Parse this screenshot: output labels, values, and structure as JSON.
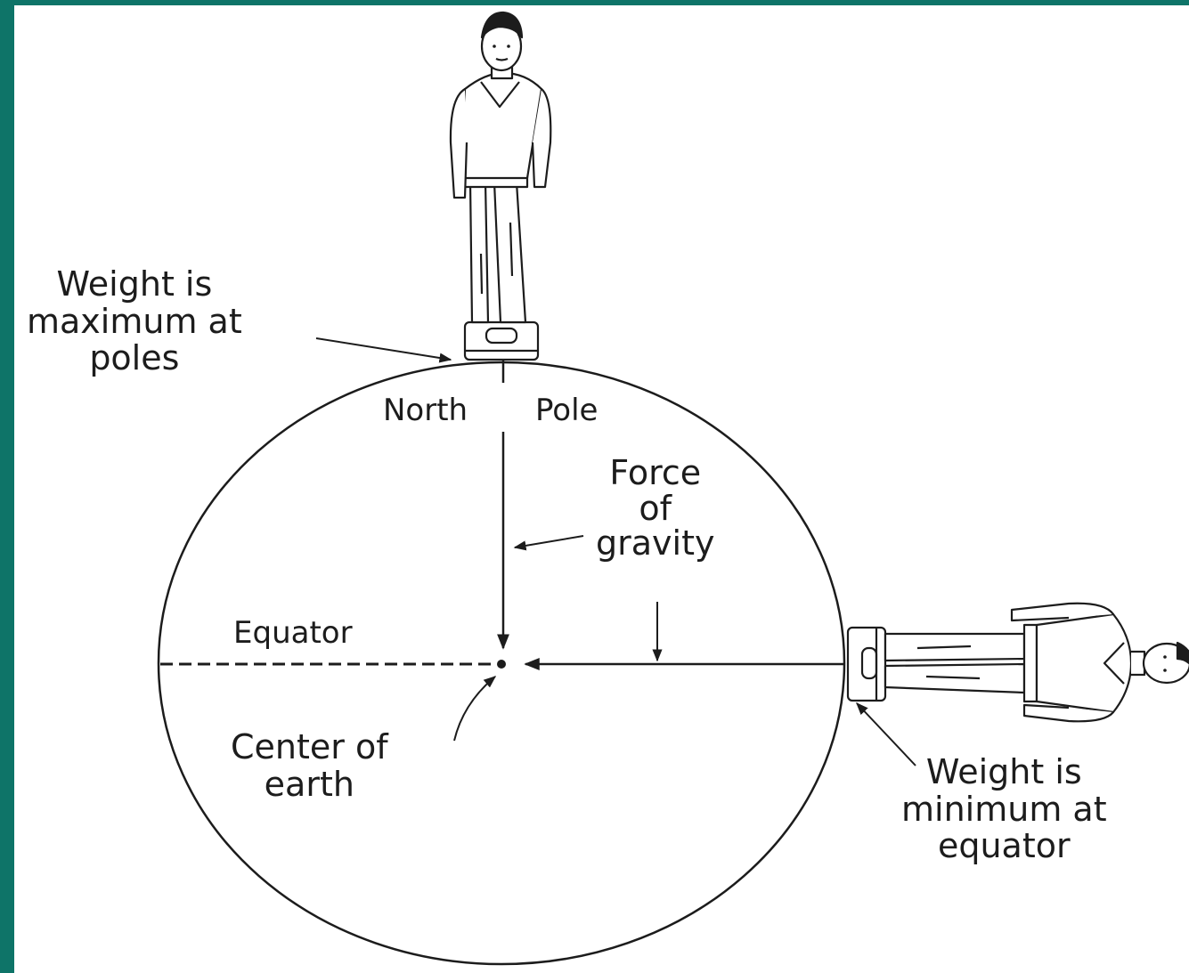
{
  "labels": {
    "weight_max": [
      "Weight is",
      "maximum at",
      "poles"
    ],
    "north": "North",
    "pole": "Pole",
    "force": [
      "Force",
      "of",
      "gravity"
    ],
    "equator": "Equator",
    "center": [
      "Center of",
      "earth"
    ],
    "weight_min": [
      "Weight is",
      "minimum at",
      "equator"
    ]
  },
  "colors": {
    "frame": "#0e7468",
    "background": "#ffffff",
    "ink": "#1c1c1c"
  }
}
